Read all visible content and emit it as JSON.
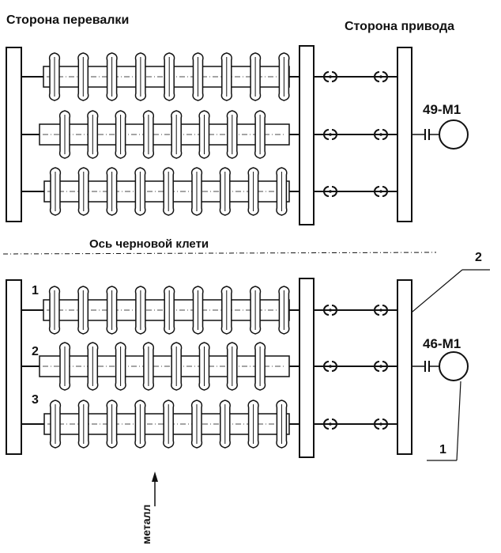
{
  "labels": {
    "rolling_side": "Сторона перевалки",
    "drive_side": "Сторона привода",
    "axis": "Ось черновой  клети",
    "motor_top": "49-М1",
    "motor_bottom": "46-М1",
    "roll_1": "1",
    "roll_2": "2",
    "roll_3": "3",
    "callout_2": "2",
    "callout_1": "1",
    "metal": "металл"
  },
  "colors": {
    "ink": "#111111",
    "background": "#ffffff"
  }
}
